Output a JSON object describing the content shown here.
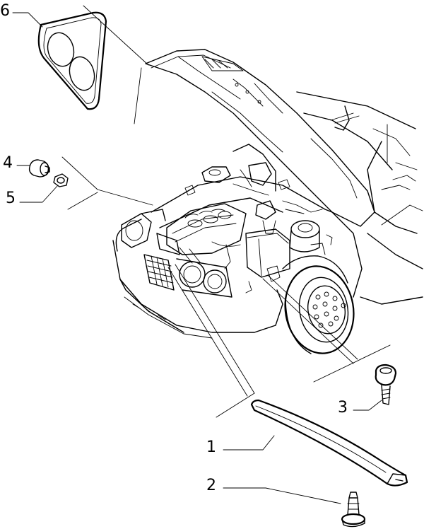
{
  "callouts": [
    {
      "id": "6",
      "label": "6",
      "part": "headlamp-gasket"
    },
    {
      "id": "4",
      "label": "4",
      "part": "bump-stop"
    },
    {
      "id": "5",
      "label": "5",
      "part": "nut"
    },
    {
      "id": "3",
      "label": "3",
      "part": "bolt"
    },
    {
      "id": "1",
      "label": "1",
      "part": "seal-strip"
    },
    {
      "id": "2",
      "label": "2",
      "part": "clip-fastener"
    }
  ],
  "colors": {
    "ink": "#000000",
    "background": "#ffffff"
  }
}
